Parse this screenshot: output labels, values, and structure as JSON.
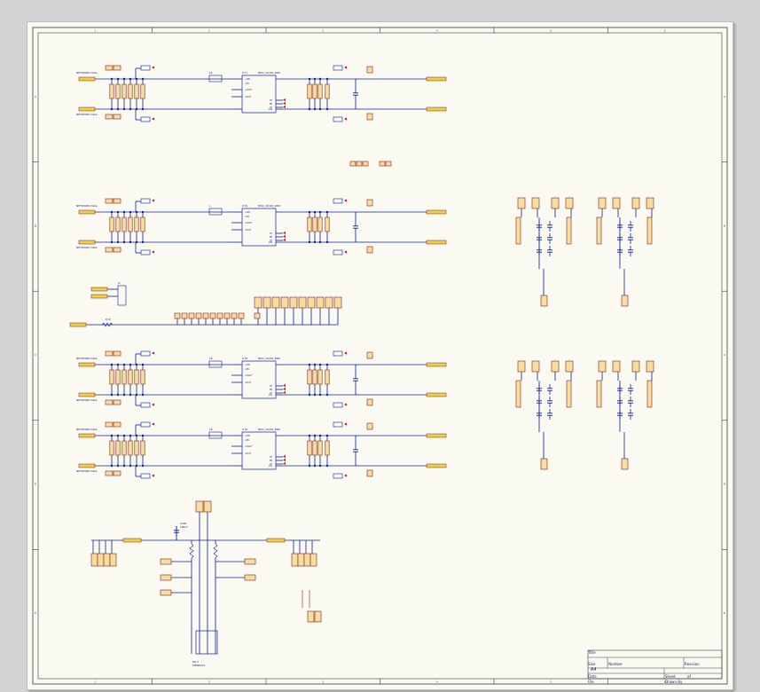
{
  "sheet": {
    "zone_columns": [
      "1",
      "2",
      "3",
      "4",
      "5",
      "6"
    ],
    "zone_rows": [
      "A",
      "B",
      "C",
      "D",
      "E"
    ]
  },
  "power_blocks": [
    {
      "id": "block-1",
      "regulator_ref": "U71",
      "regulator_part": "MISC_VICOR_48W",
      "inductor": "L4",
      "in_labels": [
        "NETWORK Data",
        "NETWORK Data"
      ],
      "out_labels": [
        "",
        "",
        ""
      ],
      "pins": [
        "+VIN",
        "-VIN",
        "+VOUT",
        "-VOUT",
        "TR",
        "EN",
        "PT",
        "-VIN"
      ]
    },
    {
      "id": "block-2",
      "regulator_ref": "U76",
      "regulator_part": "MISC_VICOR_48W",
      "inductor": "L",
      "in_labels": [
        "NETWORK Data",
        "NETWORK Data"
      ],
      "out_labels": [
        "",
        "",
        ""
      ],
      "pins": [
        "+VIN",
        "-VIN",
        "+VOUT",
        "-VOUT",
        "TR",
        "EN",
        "PT",
        "-VIN"
      ]
    },
    {
      "id": "block-3",
      "regulator_ref": "U78",
      "regulator_part": "MISC_VICOR_48W",
      "inductor": "L5",
      "in_labels": [
        "NETWORK Data",
        "NETWORK Data"
      ],
      "out_labels": [
        "",
        "",
        ""
      ],
      "pins": [
        "+VIN",
        "-VIN",
        "+VOUT",
        "-VOUT",
        "TR",
        "EN",
        "PT",
        "-VIN"
      ]
    },
    {
      "id": "block-4",
      "regulator_ref": "U79",
      "regulator_part": "MISC_VICOR_48W",
      "inductor": "L5",
      "in_labels": [
        "NETWORK Data",
        "NETWORK Data"
      ],
      "out_labels": [
        "",
        "",
        ""
      ],
      "pins": [
        "+VIN",
        "-VIN",
        "+VOUT",
        "-VOUT",
        "TR",
        "EN",
        "PT",
        "-VIN"
      ]
    }
  ],
  "title_block": {
    "size_value": "A4",
    "label_title": "Title",
    "label_number": "Number",
    "label_revision": "Revision",
    "label_size": "Size",
    "label_date": "Date",
    "label_file": "File",
    "label_sheet": "Sheet",
    "label_of": "of",
    "label_drawn": "Drawn By"
  },
  "misc_labels": {
    "connector_ref": "J1",
    "resistor_ref": "R13",
    "cap_label": "C200",
    "cap_value": "100uF",
    "net_left": "",
    "net_right": "",
    "device_ref": "Mic1",
    "device_part": "MFRB105"
  },
  "colors": {
    "wire": "#0b1f9e",
    "component": "#8a1a1a",
    "component_fill": "#f5dfa0",
    "net_fill": "#ecd24a",
    "text": "#1a1a7a",
    "border": "#3a3a3a",
    "junction": "#0b1f9e",
    "power_arrow": "#c81010"
  }
}
